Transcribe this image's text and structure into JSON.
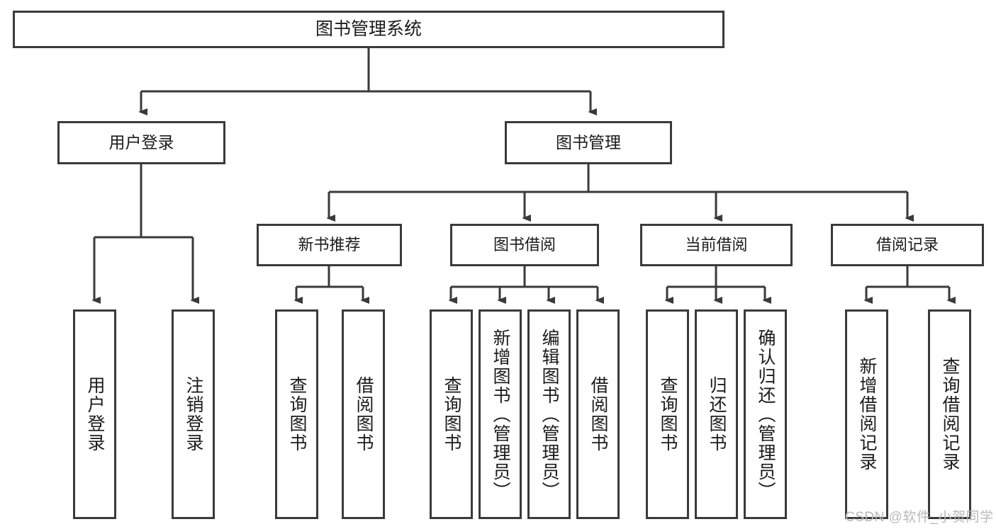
{
  "diagram": {
    "title_node": {
      "label": "图书管理系统"
    },
    "level1": [
      {
        "label": "用户登录"
      },
      {
        "label": "图书管理"
      }
    ],
    "level2": [
      {
        "label": "新书推荐"
      },
      {
        "label": "图书借阅"
      },
      {
        "label": "当前借阅"
      },
      {
        "label": "借阅记录"
      }
    ],
    "leaves": {
      "user_login": [
        {
          "label": "用户登录"
        },
        {
          "label": "注销登录"
        }
      ],
      "new_book_recommend": [
        {
          "label": "查询图书"
        },
        {
          "label": "借阅图书"
        }
      ],
      "book_borrow": [
        {
          "label": "查询图书"
        },
        {
          "label": "新增图书（管理员）"
        },
        {
          "label": "编辑图书（管理员）"
        },
        {
          "label": "借阅图书"
        }
      ],
      "current_borrow": [
        {
          "label": "查询图书"
        },
        {
          "label": "归还图书"
        },
        {
          "label": "确认归还（管理员）"
        }
      ],
      "borrow_record": [
        {
          "label": "新增借阅记录"
        },
        {
          "label": "查询借阅记录"
        }
      ]
    },
    "watermark": {
      "text": "CSDN @软件_小贺同学"
    },
    "colors": {
      "stroke": "#3a3a3a",
      "background": "#ffffff",
      "text": "#1b1b1b",
      "watermark": "#b9b9b9"
    }
  }
}
